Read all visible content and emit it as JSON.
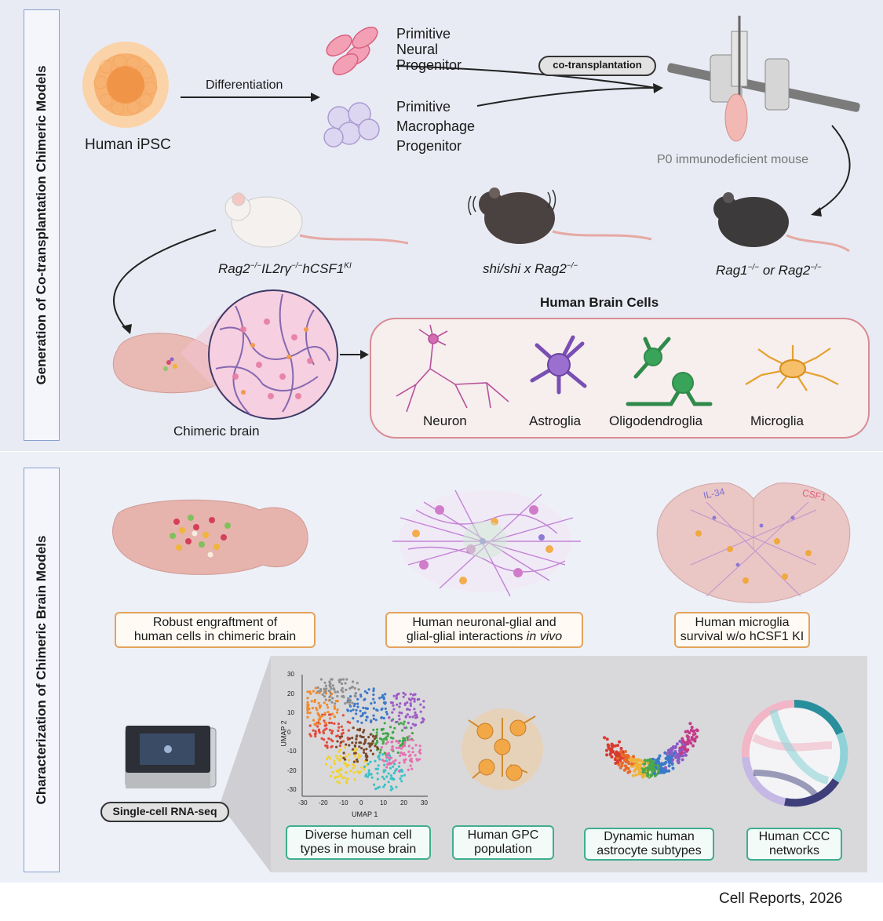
{
  "top": {
    "side_title": "Generation of Co-transplantation Chimeric Models",
    "ipsc_label": "Human iPSC",
    "differentiation_label": "Differentiation",
    "neural_progenitor": [
      "Primitive",
      "Neural",
      "Progenitor"
    ],
    "macrophage_progenitor": [
      "Primitive",
      "Macrophage",
      "Progenitor"
    ],
    "cotransplant_label": "co-transplantation",
    "mouse_p0_label": "P0 immunodeficient mouse",
    "strain1": {
      "a": "Rag2",
      "b": "−/−",
      "c": "IL2rγ",
      "d": "−/−",
      "e": "hCSF1",
      "f": "KI"
    },
    "strain2": {
      "a": "shi/shi x Rag2",
      "b": "−/−"
    },
    "strain3": {
      "a": "Rag1",
      "b": "−/−",
      "c": " or Rag2",
      "d": "−/−"
    },
    "chimeric_brain_label": "Chimeric brain",
    "human_brain_cells_title": "Human Brain Cells",
    "cell_types": [
      "Neuron",
      "Astroglia",
      "Oligodendroglia",
      "Microglia"
    ]
  },
  "bottom": {
    "side_title": "Characterization of Chimeric Brain Models",
    "findings": [
      {
        "line1": "Robust engraftment of",
        "line2": "human cells in chimeric brain"
      },
      {
        "line1": "Human neuronal-glial and",
        "line2a": "glial-glial interactions ",
        "line2b": "in vivo"
      },
      {
        "line1": "Human microglia",
        "line2": "survival w/o hCSF1 KI"
      }
    ],
    "overlay_labels": {
      "il34": "IL-34",
      "csf1": "CSF1"
    },
    "scrnaseq_label": "Single-cell RNA-seq",
    "umap": {
      "xlabel": "UMAP 1",
      "ylabel": "UMAP 2",
      "xticks": [
        "-30",
        "-20",
        "-10",
        "0",
        "10",
        "20",
        "30"
      ],
      "yticks": [
        "30",
        "20",
        "10",
        "0",
        "-10",
        "-20",
        "-30"
      ]
    },
    "results": [
      {
        "line1": "Diverse human cell",
        "line2": "types in mouse brain"
      },
      {
        "line1": "Human GPC",
        "line2": "population"
      },
      {
        "line1": "Dynamic human",
        "line2": "astrocyte subtypes"
      },
      {
        "line1": "Human CCC",
        "line2": "networks"
      }
    ]
  },
  "citation": "Cell Reports, 2026",
  "colors": {
    "accent_blue": "#8aa0cf",
    "orange": "#e3a35b",
    "green": "#3fae8e",
    "pink_border": "#d98c94"
  }
}
